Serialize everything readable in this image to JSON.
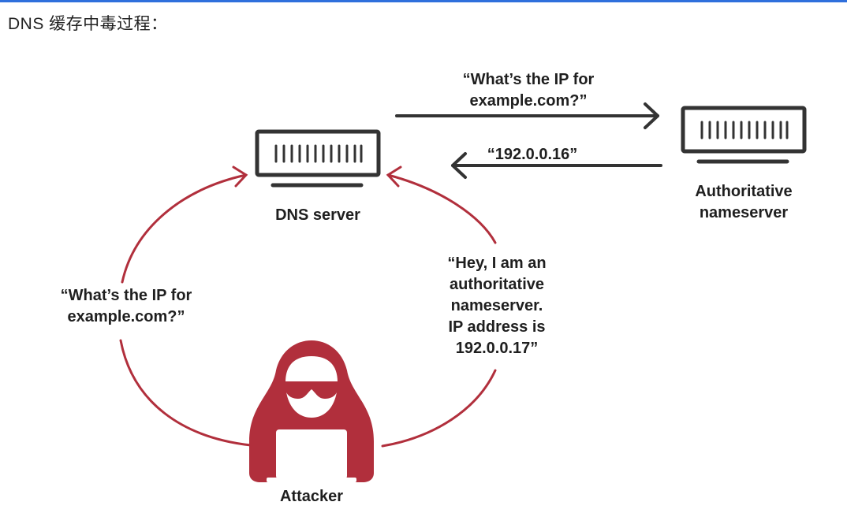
{
  "heading": "DNS 缓存中毒过程：",
  "colors": {
    "accent": "#2f6fdc",
    "attack": "#b12f3c",
    "ink": "#333333"
  },
  "nodes": {
    "dns_server": "DNS server",
    "authoritative_line1": "Authoritative",
    "authoritative_line2": "nameserver",
    "attacker": "Attacker"
  },
  "messages": {
    "query_to_auth_line1": "“What’s the IP for",
    "query_to_auth_line2": "example.com?”",
    "auth_response": "“192.0.0.16”",
    "attacker_query_line1": "“What’s the IP for",
    "attacker_query_line2": "example.com?”",
    "spoof_line1": "“Hey, I am an",
    "spoof_line2": "authoritative",
    "spoof_line3": "nameserver.",
    "spoof_line4": "IP address is",
    "spoof_line5": "192.0.0.17”"
  },
  "icons": [
    "server-icon",
    "arrow-right-icon",
    "arrow-left-icon",
    "attacker-icon",
    "laptop-icon"
  ]
}
